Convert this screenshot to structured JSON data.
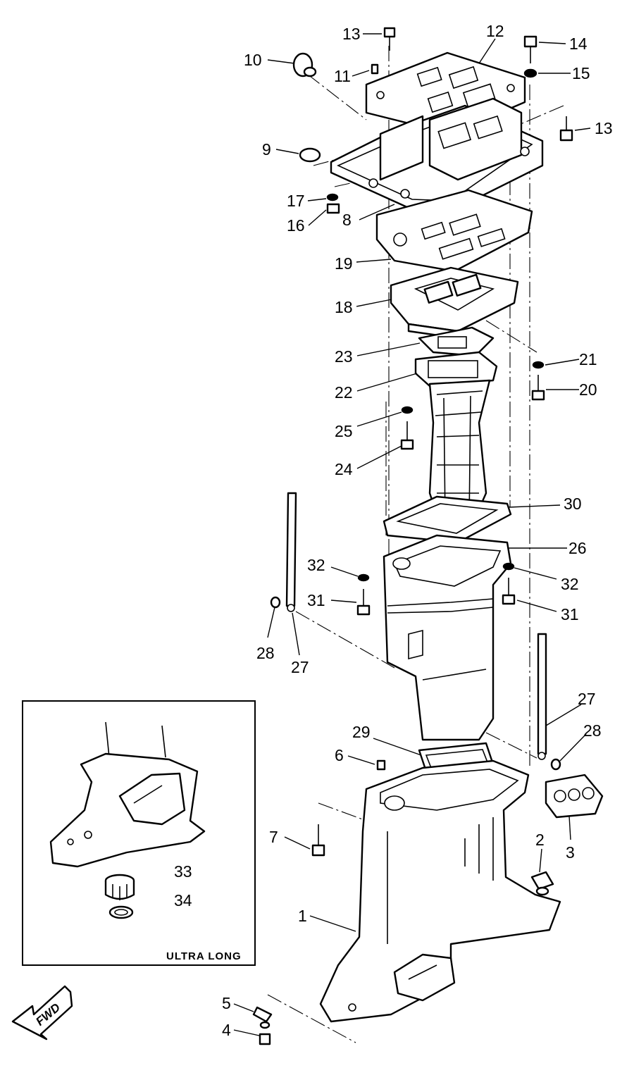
{
  "callouts": [
    {
      "id": "p13a",
      "text": "13"
    },
    {
      "id": "p12",
      "text": "12"
    },
    {
      "id": "p14",
      "text": "14"
    },
    {
      "id": "p10",
      "text": "10"
    },
    {
      "id": "p11",
      "text": "11"
    },
    {
      "id": "p15",
      "text": "15"
    },
    {
      "id": "p13b",
      "text": "13"
    },
    {
      "id": "p9",
      "text": "9"
    },
    {
      "id": "p17",
      "text": "17"
    },
    {
      "id": "p16",
      "text": "16"
    },
    {
      "id": "p8",
      "text": "8"
    },
    {
      "id": "p19",
      "text": "19"
    },
    {
      "id": "p18",
      "text": "18"
    },
    {
      "id": "p23",
      "text": "23"
    },
    {
      "id": "p21",
      "text": "21"
    },
    {
      "id": "p22",
      "text": "22"
    },
    {
      "id": "p20",
      "text": "20"
    },
    {
      "id": "p25",
      "text": "25"
    },
    {
      "id": "p24",
      "text": "24"
    },
    {
      "id": "p30",
      "text": "30"
    },
    {
      "id": "p26",
      "text": "26"
    },
    {
      "id": "p32a",
      "text": "32"
    },
    {
      "id": "p32b",
      "text": "32"
    },
    {
      "id": "p31a",
      "text": "31"
    },
    {
      "id": "p31b",
      "text": "31"
    },
    {
      "id": "p28a",
      "text": "28"
    },
    {
      "id": "p27a",
      "text": "27"
    },
    {
      "id": "p27b",
      "text": "27"
    },
    {
      "id": "p29",
      "text": "29"
    },
    {
      "id": "p28b",
      "text": "28"
    },
    {
      "id": "p6",
      "text": "6"
    },
    {
      "id": "p7",
      "text": "7"
    },
    {
      "id": "p2",
      "text": "2"
    },
    {
      "id": "p3",
      "text": "3"
    },
    {
      "id": "p33",
      "text": "33"
    },
    {
      "id": "p34",
      "text": "34"
    },
    {
      "id": "p1",
      "text": "1"
    },
    {
      "id": "p5",
      "text": "5"
    },
    {
      "id": "p4",
      "text": "4"
    }
  ],
  "inset": {
    "label": "ULTRA LONG"
  },
  "direction": {
    "label": "FWD"
  }
}
